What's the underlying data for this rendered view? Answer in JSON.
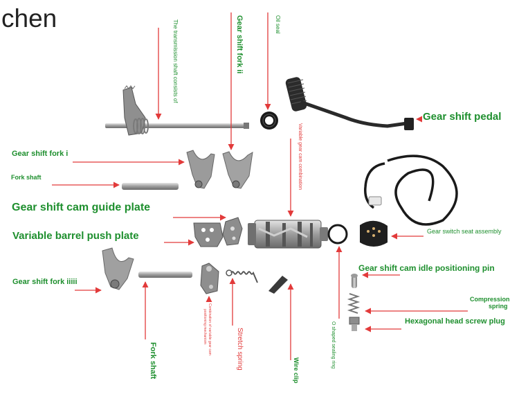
{
  "brand": "chen",
  "labels": {
    "transmission_shaft": "The transmission shaft consists of",
    "gear_shift_fork_ii": "Gear shift fork ii",
    "oil_seal": "Oil seal",
    "gear_shift_pedal": "Gear shift pedal",
    "gear_shift_fork_i": "Gear shift fork i",
    "variable_gear_cam": "Variable gear cam combination",
    "fork_shaft_1": "Fork shaft",
    "gear_shift_cam_guide_plate": "Gear shift cam guide plate",
    "gear_switch_seat_assembly": "Gear switch seat assembly",
    "variable_barrel_push_plate": "Variable barrel push plate",
    "gear_shift_cam_idle_pin": "Gear shift cam idle positioning pin",
    "gear_shift_fork_iiiii": "Gear shift fork iiiii",
    "compression_spring_1": "Compression",
    "compression_spring_2": "spring",
    "hex_head_screw_plug": "Hexagonal head screw plug",
    "combination_cam_line1": "Combination of variable gear cam",
    "combination_cam_line2": "positioning mechanism",
    "stretch_spring": "Stretch spring",
    "o_sealing_ring": "O shaped sealing ring",
    "fork_shaft_2": "Fork shaft",
    "wire_clip": "Wire clip"
  },
  "colors": {
    "label_green": "#1e8f2e",
    "arrow_red": "#e23a3a",
    "metal": "#9a9a9a"
  }
}
